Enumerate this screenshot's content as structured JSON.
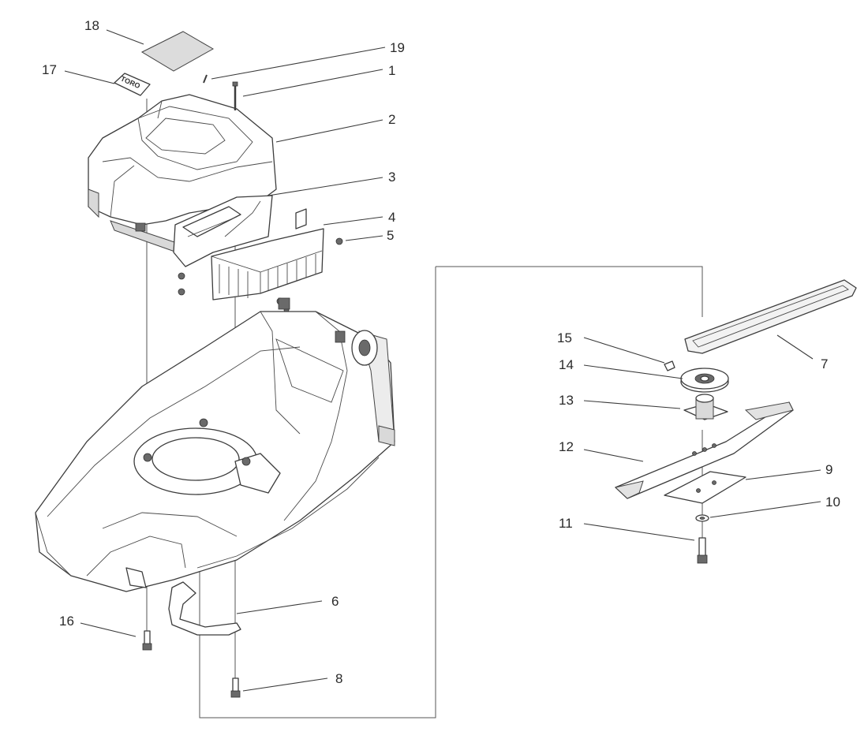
{
  "logo_text": "TORO",
  "part_numbers": {
    "p1": "1",
    "p2": "2",
    "p3": "3",
    "p4": "4",
    "p5": "5",
    "p6": "6",
    "p7": "7",
    "p8": "8",
    "p9": "9",
    "p10": "10",
    "p11": "11",
    "p12": "12",
    "p13": "13",
    "p14": "14",
    "p15": "15",
    "p16": "16",
    "p17": "17",
    "p18": "18",
    "p19": "19"
  },
  "colors": {
    "line": "#3c3c3c",
    "background": "#ffffff"
  }
}
